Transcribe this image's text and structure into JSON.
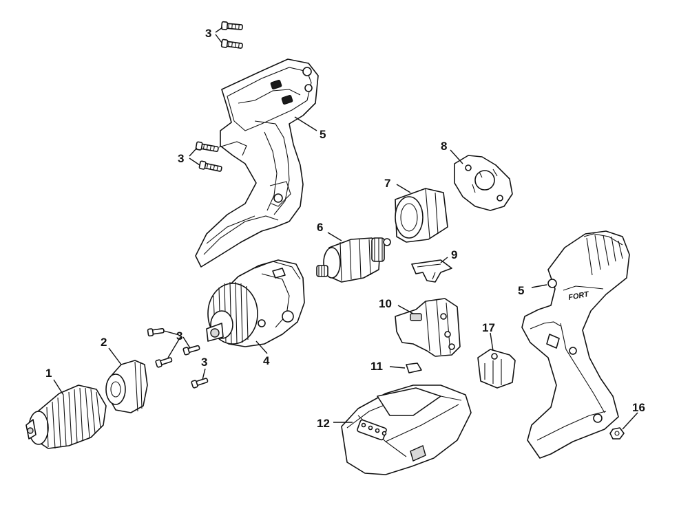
{
  "callouts": {
    "c1": "1",
    "c2": "2",
    "c3a": "3",
    "c3b": "3",
    "c3c": "3",
    "c3d": "3",
    "c4": "4",
    "c5a": "5",
    "c5b": "5",
    "c6": "6",
    "c7": "7",
    "c8": "8",
    "c9": "9",
    "c10": "10",
    "c11": "11",
    "c12": "12",
    "c16": "16",
    "c17": "17"
  },
  "housing_logo": "FORT"
}
